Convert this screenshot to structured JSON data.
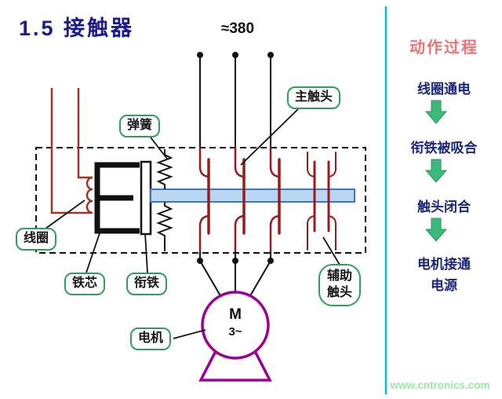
{
  "title": "1.5 接触器",
  "supply_label": "≈380",
  "labels": {
    "spring": "弹簧",
    "main_contact": "主触头",
    "coil": "线圈",
    "iron_core": "铁芯",
    "armature": "衔铁",
    "aux_contact": "辅助\n触头",
    "motor": "电机"
  },
  "motor": {
    "letter": "M",
    "phase": "3~"
  },
  "process_panel": {
    "title": "动作过程",
    "steps": [
      "线圈通电",
      "衔铁被吸合",
      "触头闭合",
      "电机接通\n电源"
    ]
  },
  "watermark": "www.cntronics.com",
  "colors": {
    "title_blue": "#1b1b8e",
    "process_title_pink": "#ee7272",
    "step_text_navy": "#1a2580",
    "label_green": "#2fa05c",
    "arrow_green": "#3cb878",
    "contact_red": "#9b1b1b",
    "coil_wire_red": "#a03226",
    "bar_blue": "#b9d7f2",
    "motor_purple": "#9b009b",
    "divider_cyan": "#00bcd4",
    "watermark_green": "#9de8a4"
  }
}
